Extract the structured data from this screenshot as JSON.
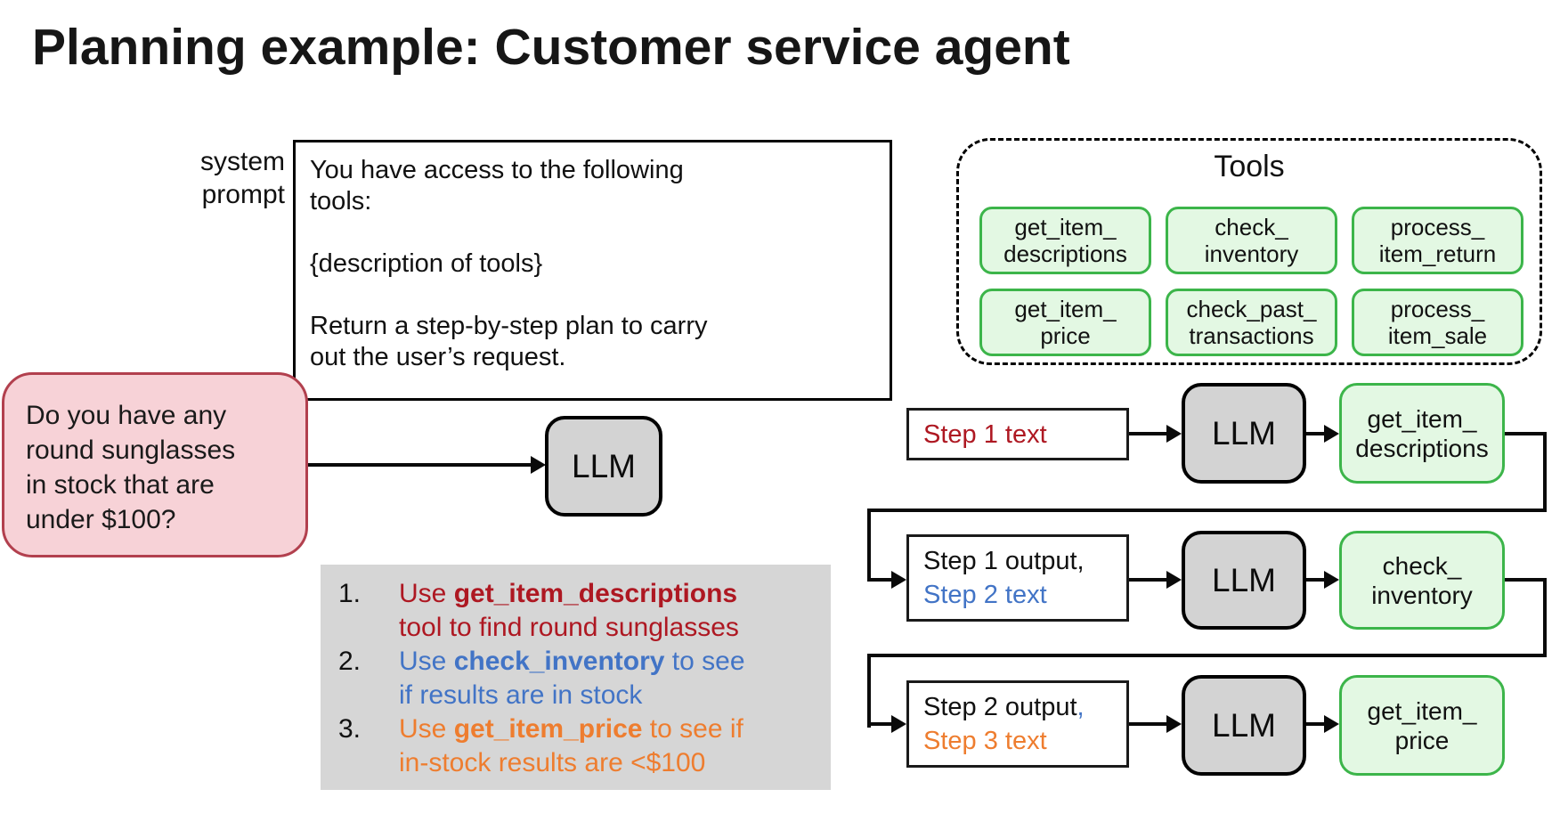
{
  "title": "Planning example: Customer service agent",
  "system_prompt": {
    "label_line1": "system",
    "label_line2": "prompt",
    "paragraphs": [
      [
        "You have access to the following",
        "tools:"
      ],
      [
        "{description of tools}"
      ],
      [
        "Return a step-by-step plan to carry",
        "out the user’s request."
      ]
    ]
  },
  "user_message": {
    "lines": [
      "Do you have any",
      "round sunglasses",
      "in stock that are",
      "under $100?"
    ]
  },
  "llm_label": "LLM",
  "plan": {
    "items": [
      {
        "number": "1.",
        "prefix": "Use ",
        "tool": "get_item_descriptions",
        "rest": "",
        "line2": "tool to find round sunglasses"
      },
      {
        "number": "2.",
        "prefix": "Use ",
        "tool": "check_inventory",
        "rest": " to see",
        "line2": "if results are in stock"
      },
      {
        "number": "3.",
        "prefix": "Use ",
        "tool": "get_item_price",
        "rest": " to see if",
        "line2": "in-stock results are <$100"
      }
    ]
  },
  "tools_panel": {
    "title": "Tools",
    "items": [
      {
        "line1": "get_item_",
        "line2": "descriptions"
      },
      {
        "line1": "check_",
        "line2": "inventory"
      },
      {
        "line1": "process_",
        "line2": "item_return"
      },
      {
        "line1": "get_item_",
        "line2": "price"
      },
      {
        "line1": "check_past_",
        "line2": "transactions"
      },
      {
        "line1": "process_",
        "line2": "item_sale"
      }
    ]
  },
  "flow": {
    "rows": [
      {
        "step_line1": "Step 1 text",
        "llm": "LLM",
        "tool_line1": "get_item_",
        "tool_line2": "descriptions"
      },
      {
        "step_line1": "Step 1 output,",
        "step_line2": "Step 2 text",
        "llm": "LLM",
        "tool_line1": "check_",
        "tool_line2": "inventory"
      },
      {
        "step_line1": "Step 2 output",
        "step_comma": ",",
        "step_line2": "Step 3 text",
        "llm": "LLM",
        "tool_line1": "get_item_",
        "tool_line2": "price"
      }
    ]
  },
  "colors": {
    "step1_red": "#ae1822",
    "step2_blue": "#4274c6",
    "step3_orange": "#ee7d2f",
    "tool_green_border": "#3cb54a",
    "tool_green_fill": "#e3f8e3",
    "user_bubble_fill": "#f7d2d7",
    "user_bubble_border": "#b2404e",
    "llm_gray": "#d3d3d3",
    "plan_panel_gray": "#d6d6d6"
  }
}
